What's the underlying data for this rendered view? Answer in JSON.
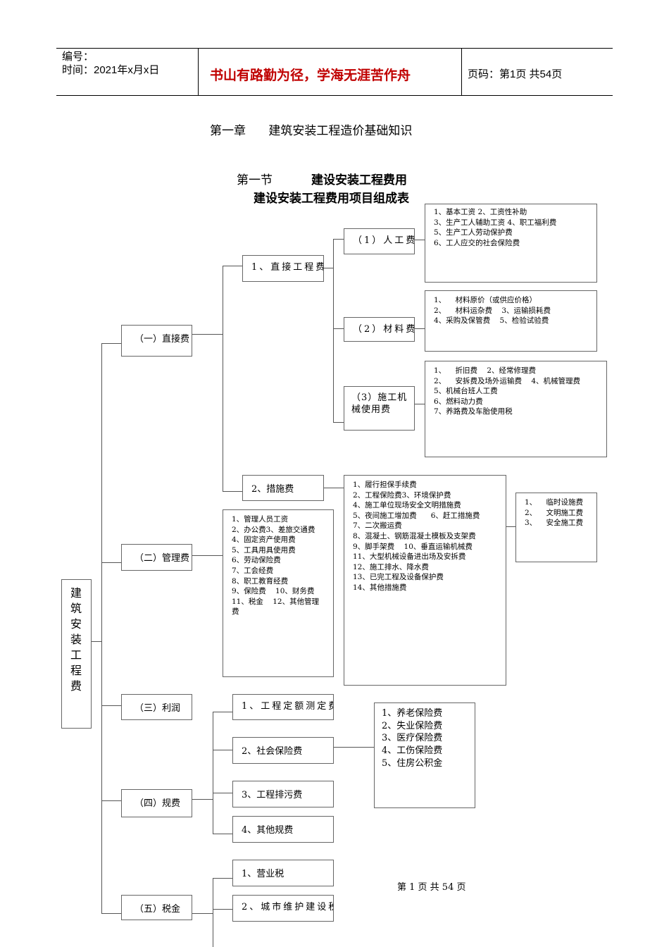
{
  "header": {
    "number_label": "编号：",
    "time_label": "时间：2021年x月x日",
    "motto": "书山有路勤为径，学海无涯苦作舟",
    "page_code": "页码：第1页  共54页"
  },
  "document": {
    "chapter_title": "第一章      建筑安装工程造价基础知识",
    "section_label": "第一节",
    "section_title": "建设安装工程费用",
    "table_title": "建设安装工程费用项目组成表"
  },
  "diagram": {
    "root": "建筑安装工程费",
    "categories": {
      "direct": "（一）直接费",
      "management": "（二）管理费",
      "profit": "（三）利润",
      "fees": "（四）规费",
      "tax": "（五）税金"
    },
    "direct": {
      "direct_engineering": "1、直接工程费",
      "measures": "2、措施费",
      "labor": "（1）人工费",
      "material": "（2）材料费",
      "machinery": "（3）施工机械使用费",
      "labor_items": [
        "1、基本工资    2、工资性补助",
        "3、生产工人辅助工资    4、职工福利费",
        "5、生产工人劳动保护费",
        "6、工人应交的社会保险费"
      ],
      "material_items": [
        "1、    材料原价（或供应价格）",
        "2、    材料运杂费    3、运输损耗费",
        "4、采购及保管费    5、检验试验费"
      ],
      "machinery_items": [
        "1、    折旧费    2、经常修理费",
        "2、    安拆费及场外运输费    4、机械管理费",
        "5、机械台班人工费",
        "6、燃料动力费",
        "7、养路费及车胎使用税"
      ],
      "measures_items": [
        "1、履行担保手续费",
        "2、工程保险费3、环境保护费",
        "4、施工单位现场安全文明措施费",
        "5、夜间施工增加费      6、赶工措施费",
        "7、二次搬运费",
        "8、混凝土、钢筋混凝土模板及支架费",
        "9、脚手架费    10、垂直运输机械费",
        "11、大型机械设备进出场及安拆费",
        "12、施工排水、降水费",
        "13、已完工程及设备保护费",
        "14、其他措施费"
      ],
      "safety_items": [
        "1、    临时设施费",
        "2、    文明施工费",
        "3、    安全施工费"
      ]
    },
    "management_items": [
      "1、管理人员工资",
      "2、办公费3、差旅交通费",
      "4、固定资产使用费",
      "5、工具用具使用费",
      "6、劳动保险费",
      "7、工会经费",
      "8、职工教育经费",
      "9、保险费    10、财务费",
      "11、税金    12、其他管理",
      "费"
    ],
    "fees": {
      "quota": "1、工程定额测定费",
      "social": "2、社会保险费",
      "sewage": "3、工程排污费",
      "other": "4、其他规费",
      "social_items": [
        "1、养老保险费",
        "2、失业保险费",
        "3、医疗保险费",
        "4、工伤保险费",
        "5、住房公积金"
      ]
    },
    "tax": {
      "business": "1、营业税",
      "urban": "2、城市维护建设税"
    }
  },
  "footer": {
    "page_text": "第 1 页 共 54 页"
  }
}
